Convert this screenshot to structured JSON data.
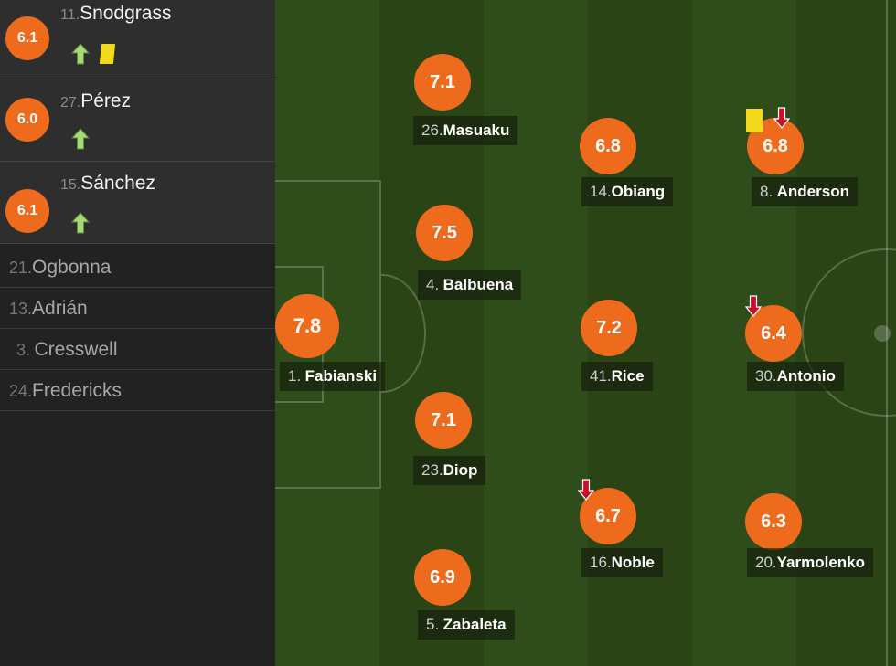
{
  "substitutes": [
    {
      "number": "11.",
      "name": "Snodgrass",
      "rating": "6.1",
      "subbed_on": true,
      "yellow_card": true
    },
    {
      "number": "27.",
      "name": "Pérez",
      "rating": "6.0",
      "subbed_on": true,
      "yellow_card": false
    },
    {
      "number": "15.",
      "name": "Sánchez",
      "rating": "6.1",
      "subbed_on": true,
      "yellow_card": false
    }
  ],
  "bench": [
    {
      "number": "21.",
      "name": "Ogbonna"
    },
    {
      "number": "13.",
      "name": "Adrián"
    },
    {
      "number": "3.",
      "name": "Cresswell"
    },
    {
      "number": "24.",
      "name": "Fredericks"
    }
  ],
  "lineup": [
    {
      "number": "1.",
      "name": "Fabianski",
      "rating": "7.8"
    },
    {
      "number": "26.",
      "name": "Masuaku",
      "rating": "7.1"
    },
    {
      "number": "4.",
      "name": "Balbuena",
      "rating": "7.5"
    },
    {
      "number": "23.",
      "name": "Diop",
      "rating": "7.1"
    },
    {
      "number": "5.",
      "name": "Zabaleta",
      "rating": "6.9"
    },
    {
      "number": "14.",
      "name": "Obiang",
      "rating": "6.8"
    },
    {
      "number": "41.",
      "name": "Rice",
      "rating": "7.2"
    },
    {
      "number": "16.",
      "name": "Noble",
      "rating": "6.7",
      "subbed_off": true
    },
    {
      "number": "8.",
      "name": "Anderson",
      "rating": "6.8",
      "subbed_off": true,
      "yellow_card": true
    },
    {
      "number": "30.",
      "name": "Antonio",
      "rating": "6.4",
      "subbed_off": true
    },
    {
      "number": "20.",
      "name": "Yarmolenko",
      "rating": "6.3"
    }
  ],
  "colors": {
    "rating_bubble": "#ee6a1c",
    "pitch_stripe_light": "#2f4d1a",
    "pitch_stripe_dark": "#2a4416",
    "sub_on_arrow": "#a6d97a",
    "sub_off_arrow": "#c8102e",
    "yellow_card": "#f2d91a"
  }
}
